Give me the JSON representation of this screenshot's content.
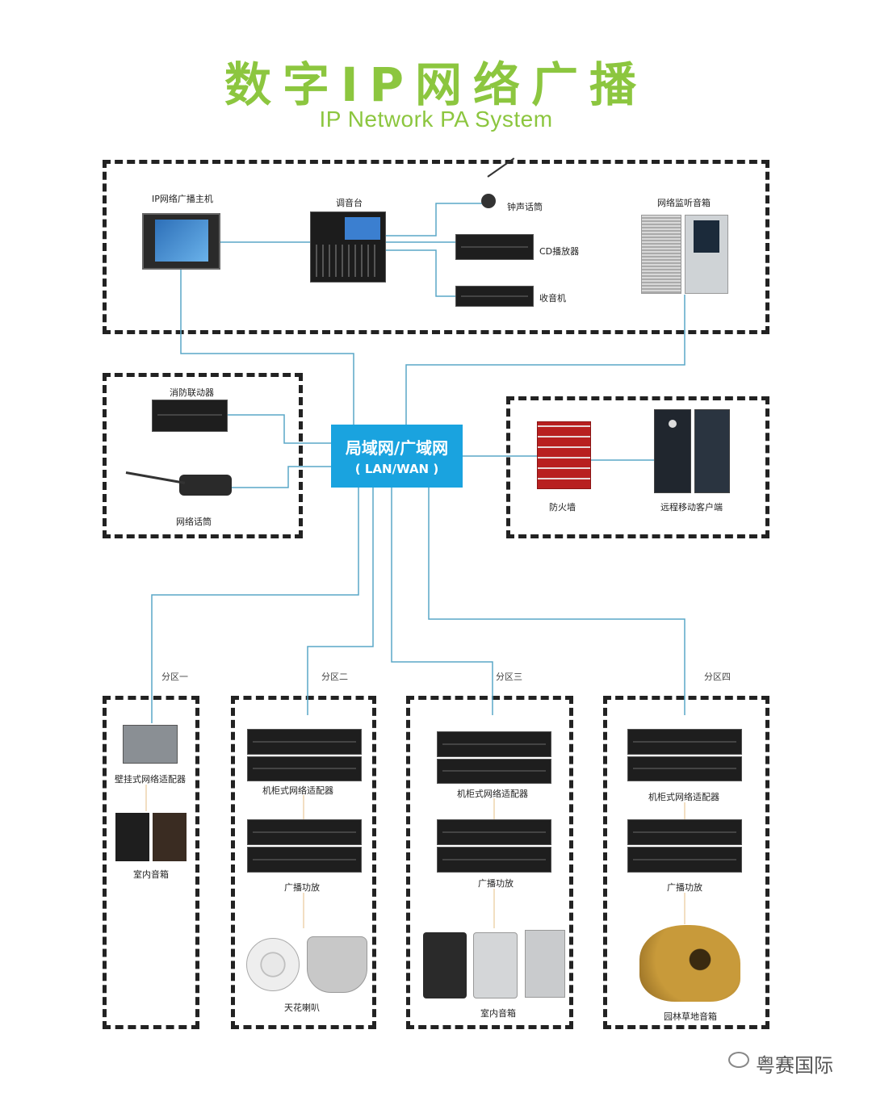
{
  "title": {
    "cn": "数字IP网络广播",
    "en": "IP Network PA System"
  },
  "hub": {
    "line1": "局域网/广域网",
    "line2": "( LAN/WAN )"
  },
  "top": {
    "host": "IP网络广播主机",
    "mixer": "调音台",
    "chime_mic": "钟声话筒",
    "cd_player": "CD播放器",
    "radio": "收音机",
    "monitor_speaker": "网络监听音箱"
  },
  "left": {
    "fire_linkage": "消防联动器",
    "network_mic": "网络话筒"
  },
  "right": {
    "firewall": "防火墙",
    "mobile_client": "远程移动客户端"
  },
  "zones": {
    "z1": {
      "name": "分区一",
      "adapter": "壁挂式网络适配器",
      "speaker": "室内音箱"
    },
    "z2": {
      "name": "分区二",
      "adapter": "机柜式网络适配器",
      "amp": "广播功放",
      "speaker": "天花喇叭"
    },
    "z3": {
      "name": "分区三",
      "adapter": "机柜式网络适配器",
      "amp": "广播功放",
      "speaker": "室内音箱"
    },
    "z4": {
      "name": "分区四",
      "adapter": "机柜式网络适配器",
      "amp": "广播功放",
      "speaker": "园林草地音箱"
    }
  },
  "watermark": "粤赛国际",
  "colors": {
    "title": "#8cc63f",
    "hub": "#1aa3df",
    "line": "#5aa7c7",
    "border": "#222222"
  }
}
